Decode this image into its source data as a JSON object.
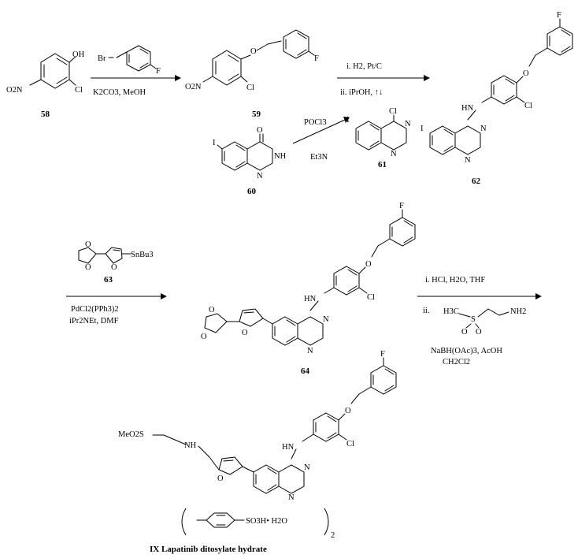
{
  "compounds": [
    {
      "id": "c58",
      "label": "58",
      "atoms": [
        "OH",
        "Cl",
        "O2N"
      ]
    },
    {
      "id": "c59",
      "label": "59",
      "atoms": [
        "O",
        "F",
        "Cl",
        "O2N"
      ]
    },
    {
      "id": "c60",
      "label": "60",
      "atoms": [
        "O",
        "NH",
        "N",
        "I"
      ]
    },
    {
      "id": "c61",
      "label": "61",
      "atoms": [
        "Cl",
        "N",
        "N",
        "I"
      ]
    },
    {
      "id": "c62",
      "label": "62",
      "atoms": [
        "F",
        "O",
        "HN",
        "Cl",
        "N",
        "N",
        "I"
      ]
    },
    {
      "id": "c63",
      "label": "63",
      "atoms": [
        "O",
        "O",
        "O",
        "SnBu3"
      ]
    },
    {
      "id": "c64",
      "label": "64",
      "atoms": [
        "F",
        "O",
        "HN",
        "Cl",
        "O",
        "O",
        "O",
        "N",
        "N"
      ]
    },
    {
      "id": "c65",
      "label": "IX Lapatinib ditosylate hydrate",
      "atoms": [
        "F",
        "O",
        "HN",
        "Cl",
        "MeO2S",
        "NH",
        "O",
        "N",
        "N"
      ]
    }
  ],
  "reagents": {
    "step1_above": "Br",
    "step1_above_f": "F",
    "step1_below": "K2CO3, MeOH",
    "step2_line1": "i. H2, Pt/C",
    "step2_line2": "ii.  iPrOH, ↑↓",
    "step3_above": "POCl3",
    "step3_below": "Et3N",
    "step4_below1": "PdCl2(PPh3)2",
    "step4_below2": "iPr2NEt, DMF",
    "step5_line1": "i. HCl, H2O, THF",
    "step5_ii": "ii.",
    "step5_h3c": "H3C",
    "step5_s": "S",
    "step5_o1": "O",
    "step5_o2": "O",
    "step5_nh2": "NH2",
    "step5_line3": "NaBH(OAc)3, AcOH",
    "step5_line4": "CH2Cl2"
  },
  "salt": {
    "group": "SO3H• H2O",
    "multiplier": "2"
  }
}
